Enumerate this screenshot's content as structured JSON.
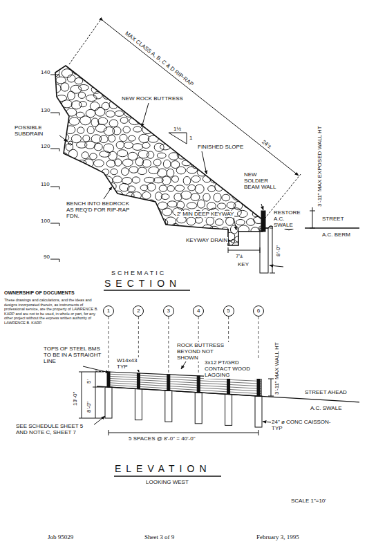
{
  "diagram": {
    "nodes": [
      {
        "text": [
          "1"
        ]
      },
      {
        "text": [
          "2"
        ]
      },
      {
        "text": [
          "3"
        ]
      },
      {
        "text": [
          "4"
        ]
      },
      {
        "text": [
          "5"
        ]
      },
      {
        "text": [
          "6"
        ]
      }
    ],
    "labels": [
      "140",
      "130",
      "120",
      "110",
      "100",
      "90",
      "MAX CLASS A, B, C & D RIP-RAP",
      "24'±",
      "NEW ROCK BUTTRESS",
      "1½",
      "1",
      "FINISHED SLOPE",
      "POSSIBLE SUBDRAIN",
      "BENCH INTO BEDROCK AS REQ'D FOR RIP-RAP FDN.",
      "NEW SOLDIER BEAM WALL",
      "3'-11\" MAX EXPOSED WALL HT",
      "RESTORE A.C. SWALE",
      "STREET",
      "A.C. BERM",
      "8'-0\"",
      "2' MIN DEEP KEYWAY",
      "KEYWAY DRAIN",
      "7'±",
      "KEY",
      "SCHEMATIC",
      "SECTION",
      "OWNERSHIP OF DOCUMENTS",
      "These drawings and calculations, and the ideas and designs incorporated therein, as instruments of professional service, are the property of LAWRENCE B. KARP and are not to be used, in whole or part, for any other project without the express written authority of LAWRENCE B. KARP.",
      "TOPS OF STEEL BMS TO BE IN A STRAIGHT LINE",
      "W14x43 TYP",
      "ROCK BUTTRESS BEYOND NOT SHOWN",
      "3x12 PT/GRD CONTACT WOOD LAGGING",
      "3'-11\" MAX WALL HT",
      "STREET AHEAD",
      "A.C. SWALE",
      "24\" ø CONC CAISSON-TYP",
      "SEE SCHEDULE SHEET 5 AND NOTE C, SHEET 7",
      "13'-0\"",
      "8'-0\"",
      "5'",
      "5 SPACES @ 8'-0\" = 40'-0\"",
      "ELEVATION",
      "LOOKING WEST",
      "SCALE 1\"=10'",
      "Job 95029",
      "Sheet 3 of 9",
      "February 3, 1995"
    ]
  }
}
